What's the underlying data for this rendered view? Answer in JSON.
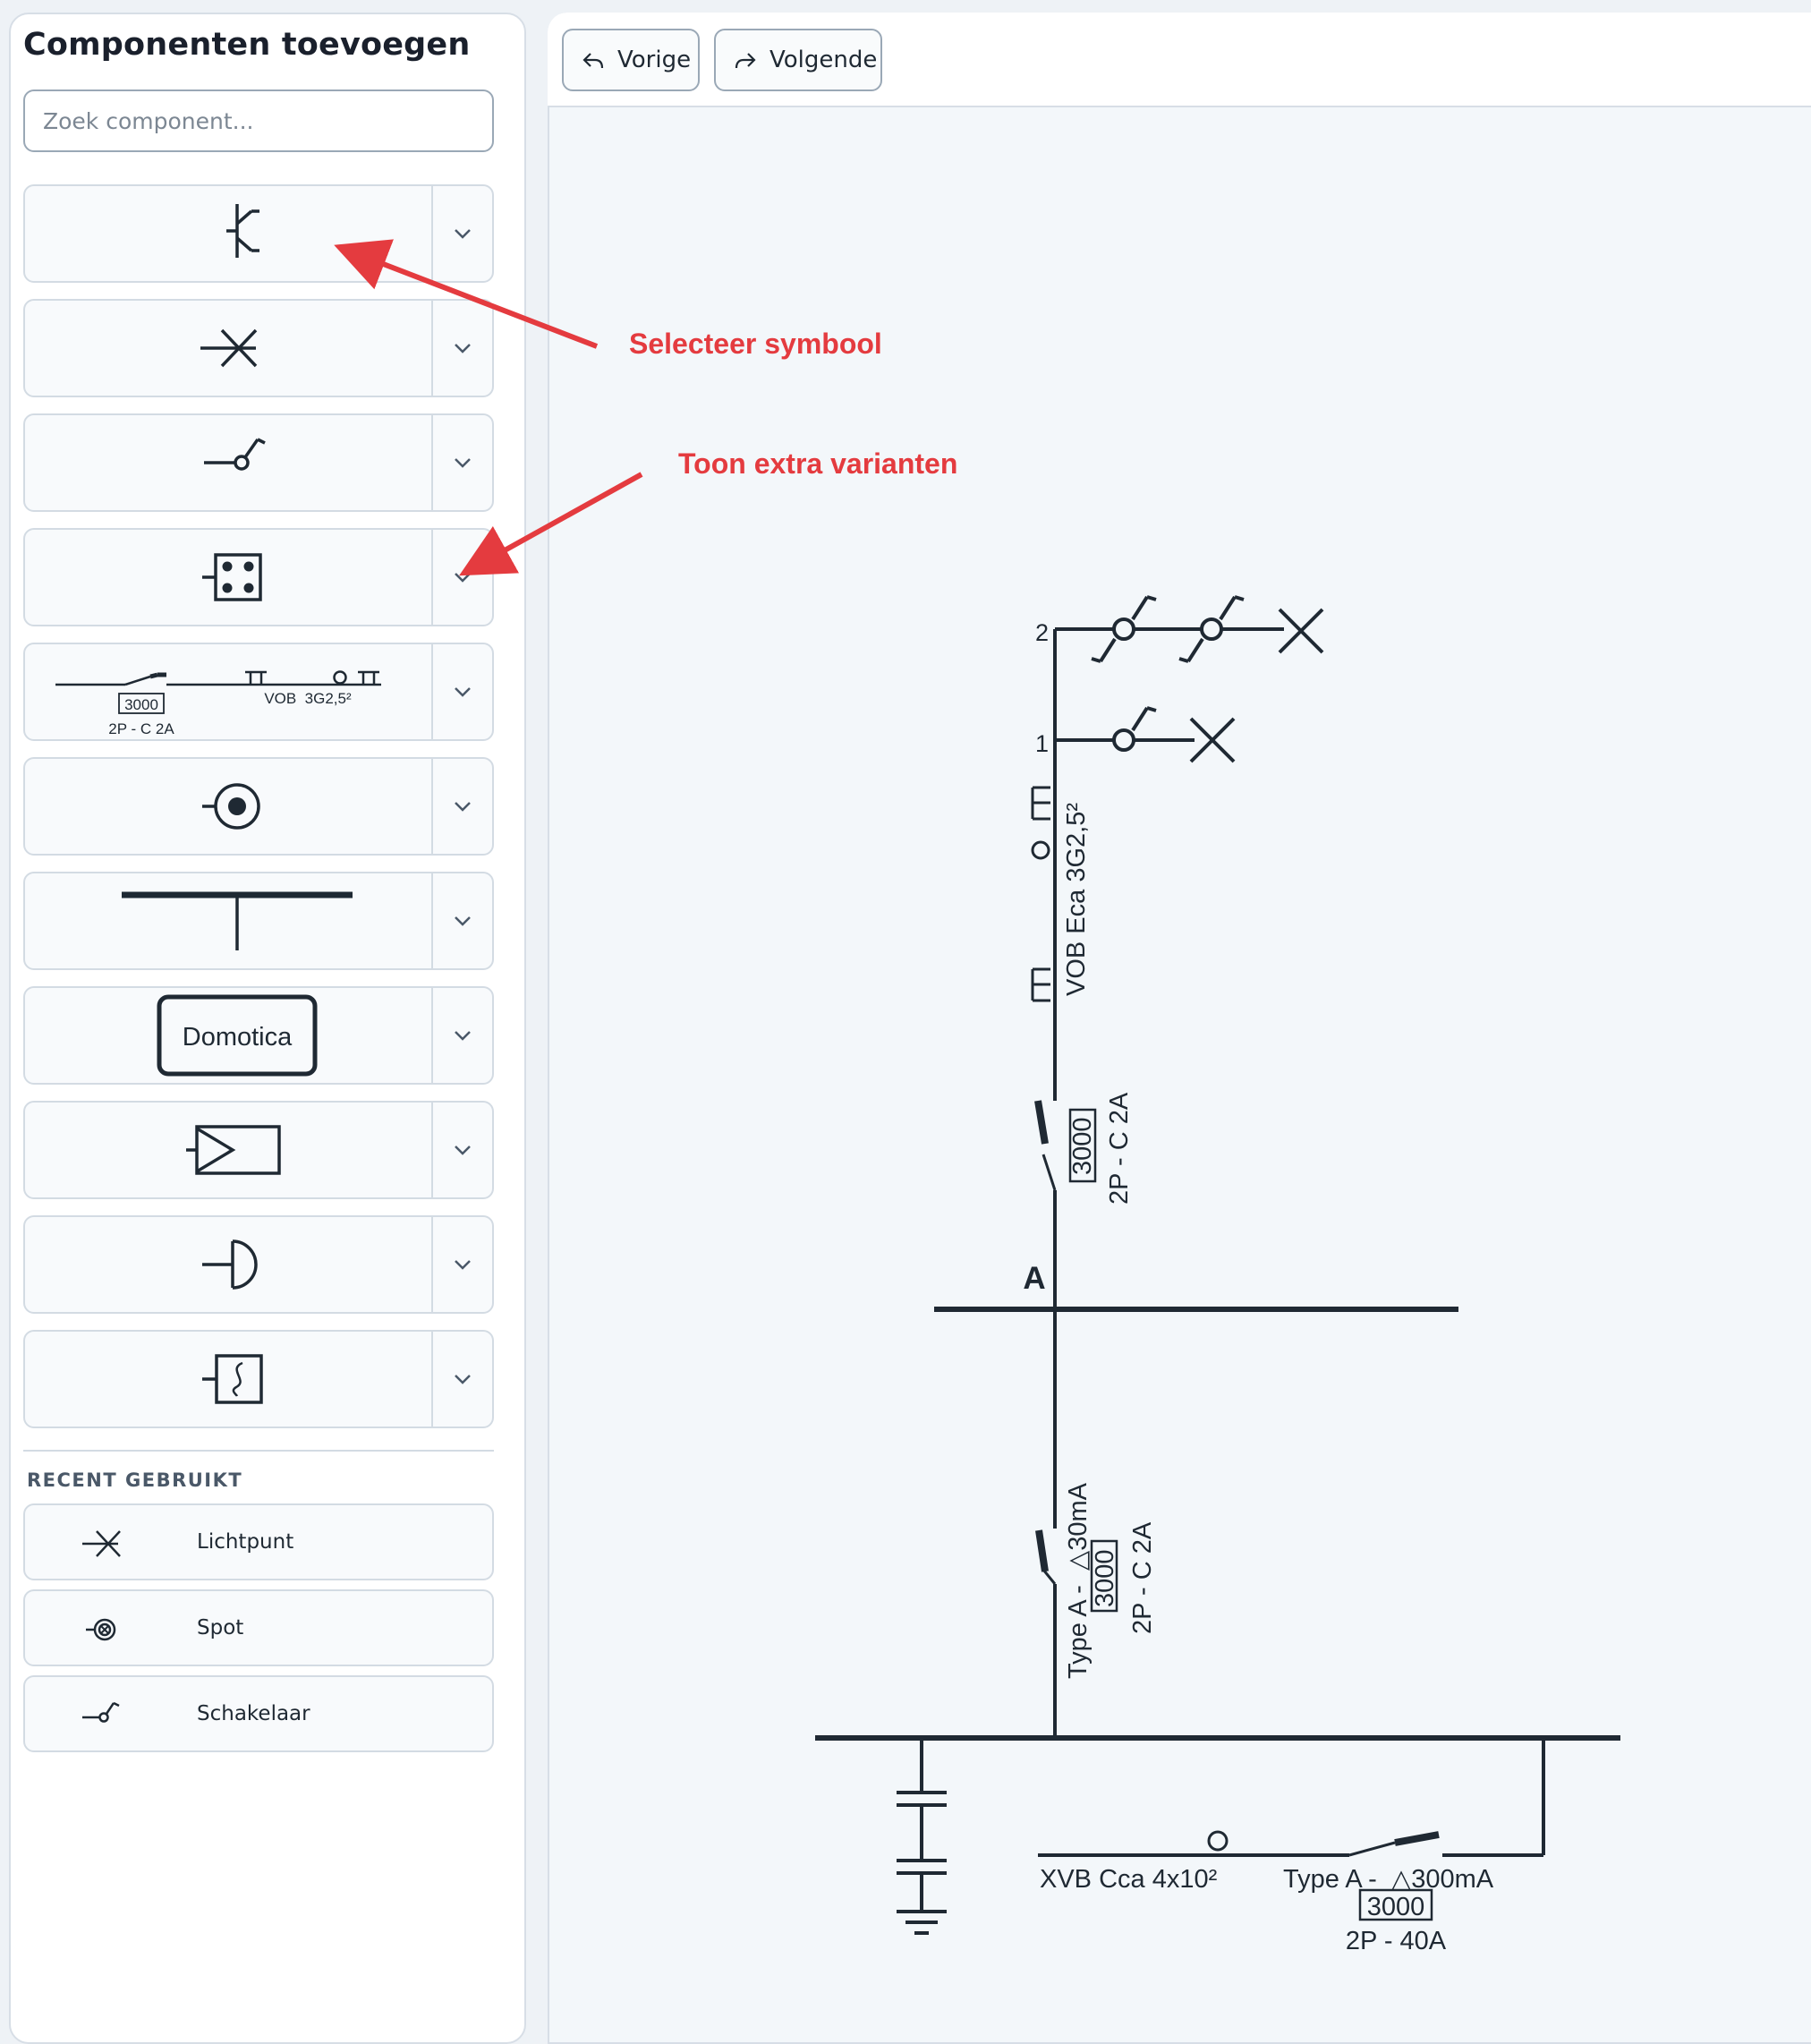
{
  "sidebar": {
    "title": "Componenten toevoegen",
    "search_placeholder": "Zoek component...",
    "components": [
      {
        "icon": "transistor-icon"
      },
      {
        "icon": "lichtpunt-icon"
      },
      {
        "icon": "schakelaar-icon"
      },
      {
        "icon": "stopcontact-icon"
      },
      {
        "icon": "kring-icon",
        "labels": {
          "box": "3000",
          "breaker": "2P - C 2A",
          "cable": "VOB  3G2,5²"
        }
      },
      {
        "icon": "spot-icon"
      },
      {
        "icon": "busbar-icon"
      },
      {
        "icon": "domotica-icon",
        "label": "Domotica"
      },
      {
        "icon": "versterker-icon"
      },
      {
        "icon": "drukknop-icon"
      },
      {
        "icon": "thermostaat-icon"
      }
    ],
    "recent_heading": "RECENT GEBRUIKT",
    "recent": [
      {
        "icon": "lichtpunt-icon",
        "label": "Lichtpunt"
      },
      {
        "icon": "spot-icon",
        "label": "Spot"
      },
      {
        "icon": "schakelaar-icon",
        "label": "Schakelaar"
      }
    ]
  },
  "toolbar": {
    "undo_label": "Vorige",
    "redo_label": "Volgende"
  },
  "annotations": {
    "select_symbol": "Selecteer symbool",
    "show_variants": "Toon extra varianten"
  },
  "diagram": {
    "circuit_numbers": [
      "2",
      "1"
    ],
    "cable_label": "VOB Eca 3G2,5²",
    "breaker_box": "3000",
    "breaker_rating": "2P - C 2A",
    "busbar_label": "A",
    "rcd_type": "Type A -  △30mA",
    "rcd_box": "3000",
    "rcd_rating": "2P - C 2A",
    "main_cable": "XVB Cca 4x10²",
    "main_rcd_type": "Type A -  △300mA",
    "main_box": "3000",
    "main_rating": "2P - 40A"
  },
  "colors": {
    "annotation": "#e43b3f",
    "line": "#1f2933",
    "canvas_bg": "#f3f7fa"
  }
}
